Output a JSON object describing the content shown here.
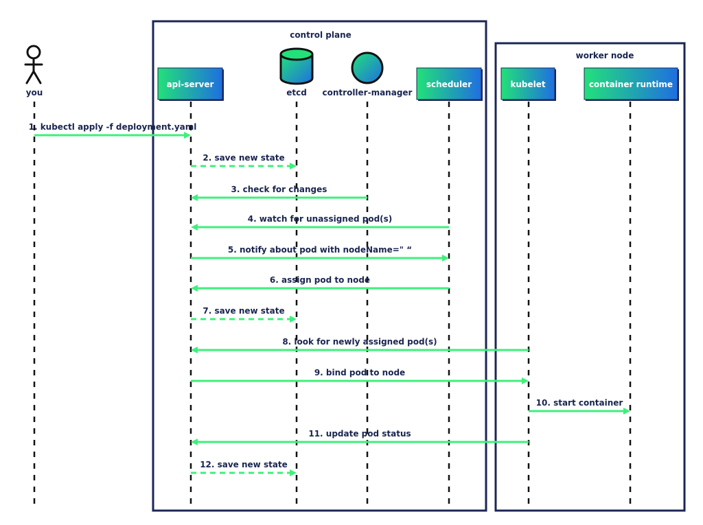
{
  "colors": {
    "frame": "#1b2656",
    "arrow": "#3df07a",
    "lifeline": "#111111",
    "box_from": "#22e07a",
    "box_to": "#1f6fe0",
    "label": "#1a2550"
  },
  "groups": {
    "control_plane": "control plane",
    "worker_node": "worker node"
  },
  "actor": {
    "label": "you",
    "icon": "stick-figure-icon"
  },
  "participants": {
    "api_server": "api-server",
    "etcd": "etcd",
    "controller_manager": "controller-manager",
    "scheduler": "scheduler",
    "kubelet": "kubelet",
    "container_runtime": "container runtime"
  },
  "messages": [
    {
      "label": "1. kubectl apply -f deployment.yaml",
      "from": "you",
      "to": "api_server",
      "style": "solid"
    },
    {
      "label": "2. save new state",
      "from": "api_server",
      "to": "etcd",
      "style": "dashed"
    },
    {
      "label": "3. check for changes",
      "from": "controller_manager",
      "to": "api_server",
      "style": "solid"
    },
    {
      "label": "4. watch for unassigned pod(s)",
      "from": "scheduler",
      "to": "api_server",
      "style": "solid"
    },
    {
      "label": "5. notify about pod with nodeName=\" “",
      "from": "api_server",
      "to": "scheduler",
      "style": "solid"
    },
    {
      "label": "6. assign pod to node",
      "from": "scheduler",
      "to": "api_server",
      "style": "solid"
    },
    {
      "label": "7. save new state",
      "from": "api_server",
      "to": "etcd",
      "style": "dashed"
    },
    {
      "label": "8. look for newly assigned pod(s)",
      "from": "kubelet",
      "to": "api_server",
      "style": "solid"
    },
    {
      "label": "9. bind pod to node",
      "from": "api_server",
      "to": "kubelet",
      "style": "solid"
    },
    {
      "label": "10. start container",
      "from": "kubelet",
      "to": "container_runtime",
      "style": "solid"
    },
    {
      "label": "11. update pod status",
      "from": "kubelet",
      "to": "api_server",
      "style": "solid"
    },
    {
      "label": "12. save new state",
      "from": "api_server",
      "to": "etcd",
      "style": "dashed"
    }
  ]
}
